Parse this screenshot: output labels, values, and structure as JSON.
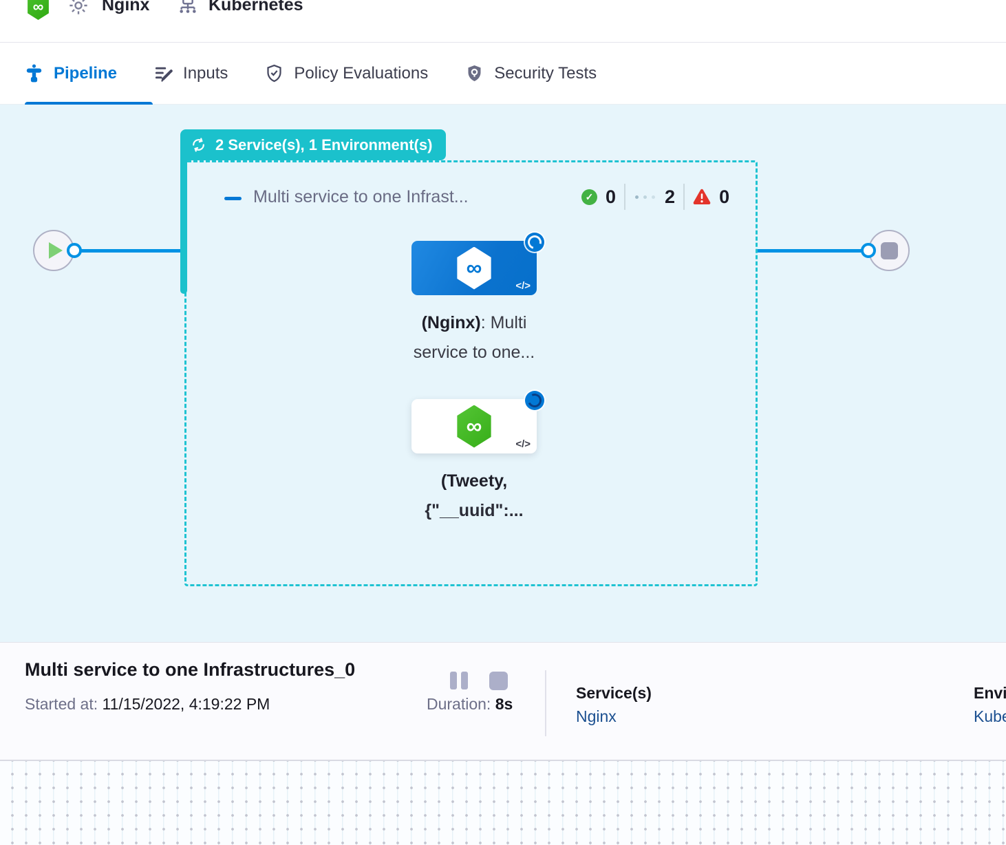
{
  "header": {
    "service_name": "Nginx",
    "environment_name": "Kubernetes"
  },
  "tabs": [
    {
      "label": "Pipeline",
      "active": true
    },
    {
      "label": "Inputs",
      "active": false
    },
    {
      "label": "Policy Evaluations",
      "active": false
    },
    {
      "label": "Security Tests",
      "active": false
    }
  ],
  "pipeline_canvas": {
    "group_badge_label": "2 Service(s), 1 Environment(s)",
    "stage_title": "Multi service to one Infrast...",
    "counts": {
      "success": "0",
      "running": "2",
      "failed": "0"
    },
    "nodes": [
      {
        "label_bold": "(Nginx)",
        "label_rest": ": Multi",
        "label_line2": "service to one...",
        "code_icon": "</>"
      },
      {
        "label_bold": "(Tweety,",
        "label_line2": "{\"__uuid\":...",
        "code_icon": "</>"
      }
    ]
  },
  "footer": {
    "execution_title": "Multi service to one Infrastructures_0",
    "started_label": "Started at:",
    "started_value": "11/15/2022, 4:19:22 PM",
    "duration_label": "Duration:",
    "duration_value": "8s",
    "services_label": "Service(s)",
    "services_value": "Nginx",
    "environments_label": "Environment(s)",
    "environments_value": "Kubernetes"
  },
  "icons": {
    "infinity": "∞",
    "check": "✓"
  },
  "colors": {
    "teal": "#1BC1CC",
    "primary_blue": "#0278D5",
    "line_blue": "#0092E4",
    "success_green": "#43B244",
    "error_red": "#E3342B",
    "harness_green": "#3FB41F"
  }
}
